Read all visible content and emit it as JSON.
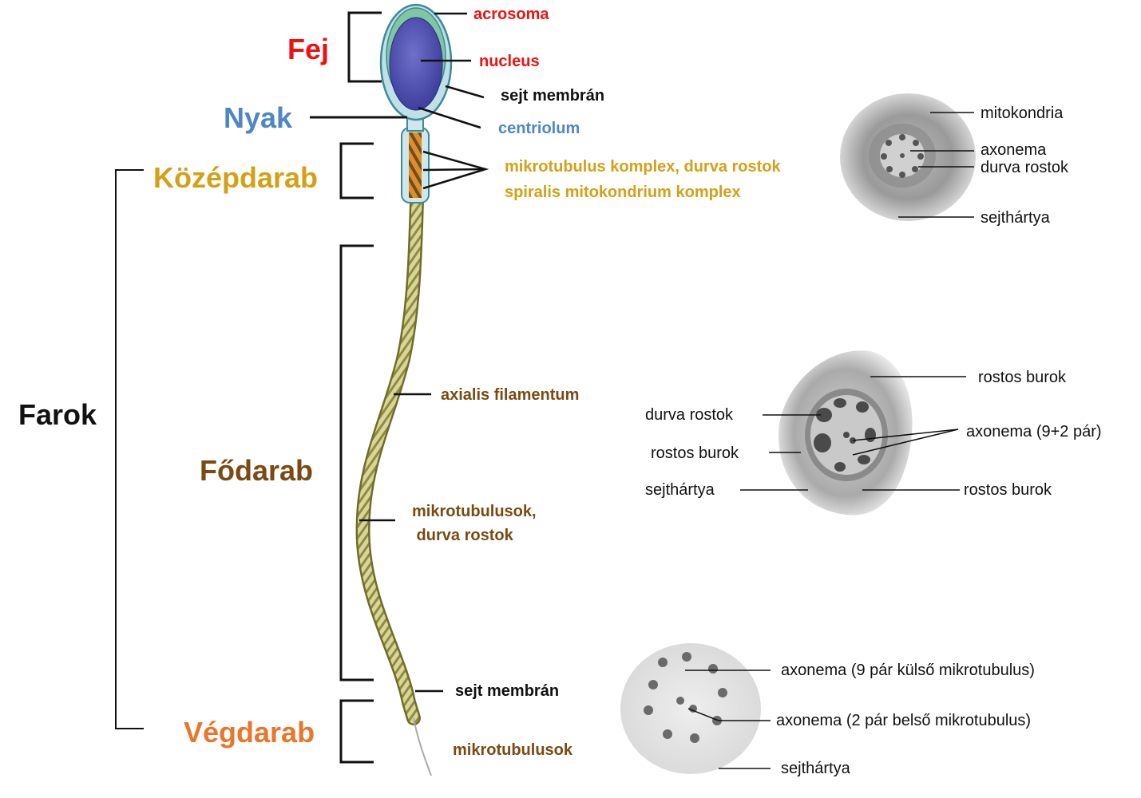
{
  "colors": {
    "red": "#ee1111",
    "blue": "#4f86c6",
    "gold": "#d4a017",
    "brown": "#7a4a12",
    "orange": "#e8762b",
    "black": "#111111"
  },
  "sections": {
    "head": "Fej",
    "neck": "Nyak",
    "middle": "Középdarab",
    "principal": "Fődarab",
    "end": "Végdarab",
    "tail": "Farok"
  },
  "labels": {
    "acrosome": "acrosoma",
    "nucleus": "nucleus",
    "membrane_head": "sejt membrán",
    "centriole": "centriolum",
    "mid_line1": "mikrotubulus komplex, durva rostok",
    "mid_line2": "spiralis mitokondrium komplex",
    "axial": "axialis filamentum",
    "principal_line1": "mikrotubulusok,",
    "principal_line2": " durva rostok",
    "membrane_tail": "sejt membrán",
    "end_micro": "mikrotubulusok"
  },
  "em_middle": {
    "mito": "mitokondria",
    "axonema": "axonema",
    "durva": "durva rostok",
    "membrane": "sejthártya"
  },
  "em_principal": {
    "rostos_top": "rostos burok",
    "durva": "durva rostok",
    "axonema": "axonema (9+2 pár)",
    "rostos_left": "rostos burok",
    "membrane": "sejthártya",
    "rostos_bottom": "rostos burok"
  },
  "em_end": {
    "outer": "axonema (9 pár külső mikrotubulus)",
    "inner": "axonema (2 pár belső mikrotubulus)",
    "membrane": "sejthártya"
  }
}
